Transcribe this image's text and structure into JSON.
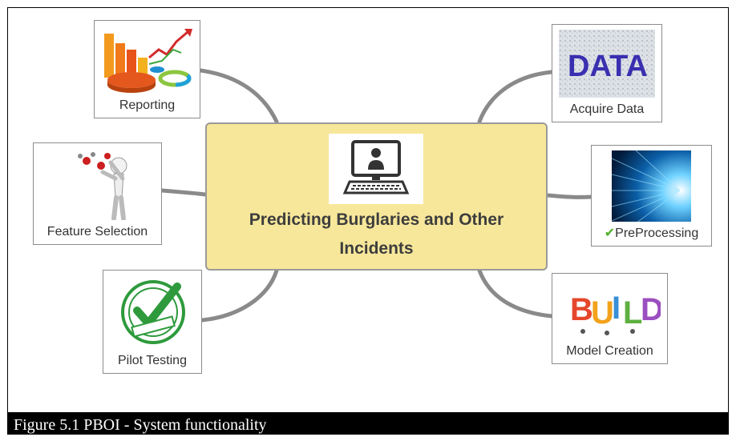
{
  "central": {
    "title_line1": "Predicting Burglaries and Other",
    "title_line2": "Incidents",
    "icon": "computer-user-icon"
  },
  "nodes": {
    "reporting": {
      "label": "Reporting",
      "icon": "charts-icon"
    },
    "feature_selection": {
      "label": "Feature Selection",
      "icon": "stick-figure-icon"
    },
    "pilot_testing": {
      "label": "Pilot Testing",
      "icon": "quality-control-approved-stamp"
    },
    "acquire_data": {
      "label": "Acquire Data",
      "icon": "data-text-image",
      "image_text": "DATA"
    },
    "preprocessing": {
      "label": "PreProcessing",
      "icon": "binary-tunnel-image",
      "check": "✔"
    },
    "model_creation": {
      "label": "Model Creation",
      "icon": "build-letters-image",
      "image_text": "BUILD"
    }
  },
  "caption": "Figure 5.1 PBOI - System functionality",
  "colors": {
    "central_fill": "#f7e79a",
    "connector": "#8a8a8a",
    "caption_bg": "#000000"
  }
}
